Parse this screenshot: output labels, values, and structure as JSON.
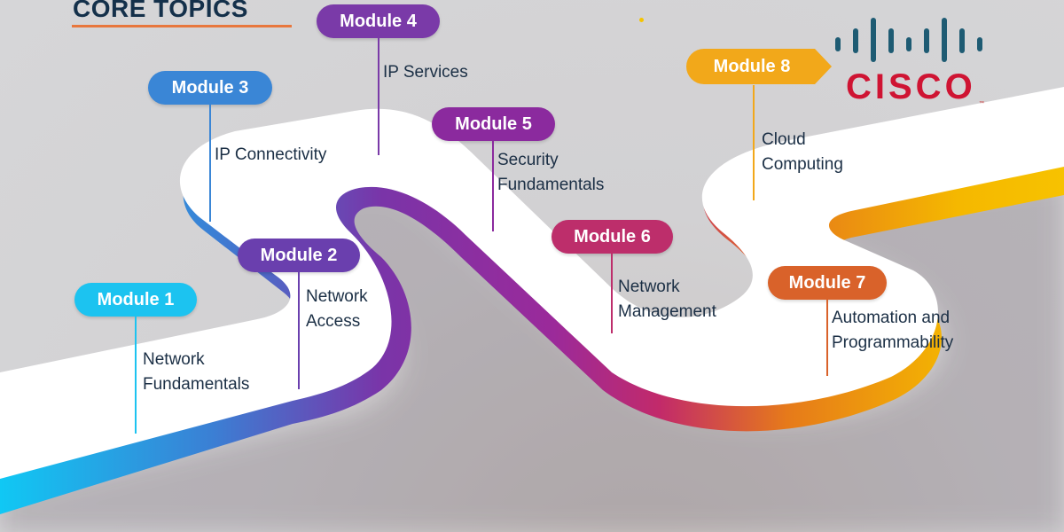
{
  "header": {
    "title": "CORE TOPICS"
  },
  "brand": {
    "name": "CISCO",
    "trademark": "™",
    "logo_color": "#cf1433",
    "bars_color": "#1e5b73"
  },
  "modules": [
    {
      "label": "Module 1",
      "topic_line1": "Network",
      "topic_line2": "Fundamentals",
      "color": "#1cc3f0"
    },
    {
      "label": "Module 2",
      "topic_line1": "Network",
      "topic_line2": "Access",
      "color": "#6a3fae"
    },
    {
      "label": "Module 3",
      "topic_line1": "IP Connectivity",
      "topic_line2": "",
      "color": "#3a86d6"
    },
    {
      "label": "Module 4",
      "topic_line1": "IP Services",
      "topic_line2": "",
      "color": "#7a3aa8"
    },
    {
      "label": "Module 5",
      "topic_line1": "Security",
      "topic_line2": "Fundamentals",
      "color": "#8b2a9e"
    },
    {
      "label": "Module 6",
      "topic_line1": "Network",
      "topic_line2": "Management",
      "color": "#bd2e6b"
    },
    {
      "label": "Module 7",
      "topic_line1": "Automation and",
      "topic_line2": "Programmability",
      "color": "#d9622a"
    },
    {
      "label": "Module 8",
      "topic_line1": "Cloud",
      "topic_line2": "Computing",
      "color": "#f2a81a"
    }
  ],
  "colors": {
    "road_top": "#ffffff",
    "gradient_start": "#10c8f4",
    "gradient_blue": "#3b7fd4",
    "gradient_purple": "#7a34a8",
    "gradient_magenta": "#b5237e",
    "gradient_orange": "#e67a1a",
    "gradient_yellow": "#f5b800",
    "title_underline": "#e8773d"
  }
}
